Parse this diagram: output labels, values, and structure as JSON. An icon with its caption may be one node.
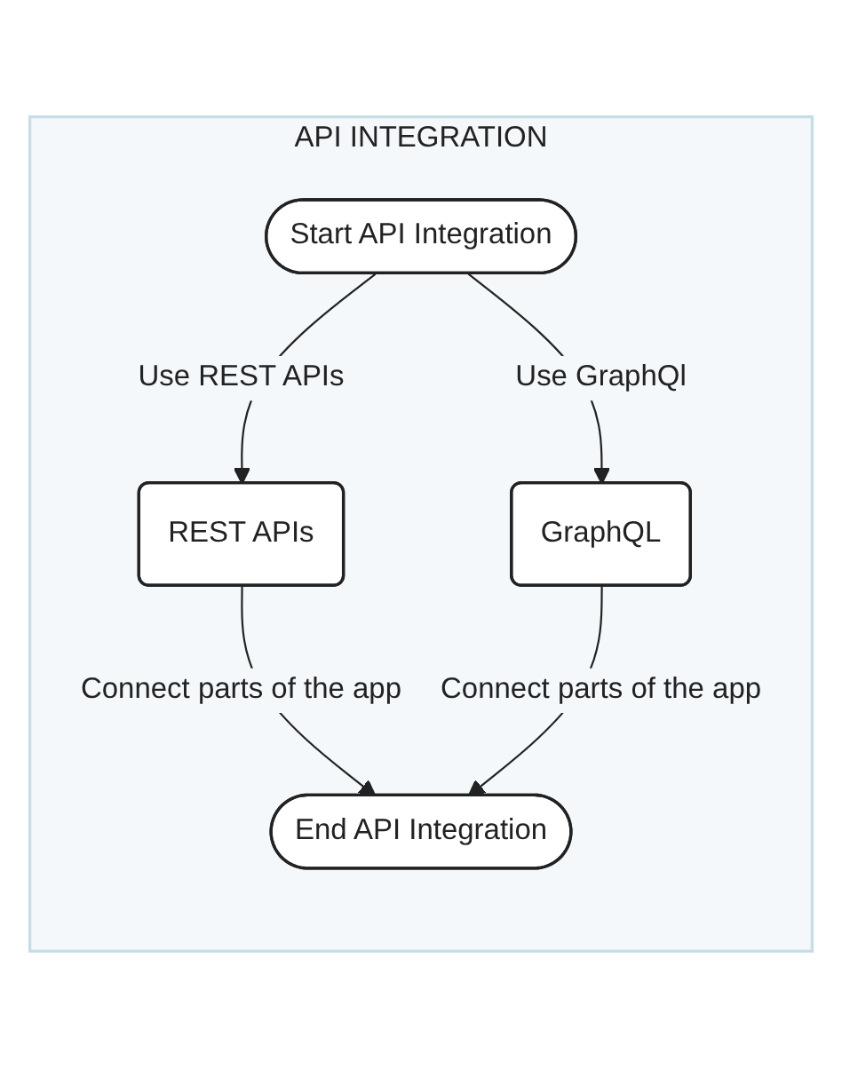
{
  "diagram": {
    "nodes": [
      {
        "text": [
          "API INTEGRATION"
        ]
      },
      {
        "text": [
          "Start API Integration"
        ],
        "in": 0
      },
      {
        "text": [
          "REST APIs"
        ],
        "in": 0
      },
      {
        "text": [
          "GraphQL"
        ],
        "in": 0
      },
      {
        "text": [
          "End API Integration"
        ],
        "in": 0
      }
    ],
    "edges": [
      {
        "from": 1,
        "to": 2,
        "arrow": "to",
        "label": "Use REST APIs"
      },
      {
        "from": 1,
        "to": 3,
        "arrow": "to",
        "label": "Use GraphQl"
      },
      {
        "from": 2,
        "to": 4,
        "arrow": "to",
        "label": "Connect parts of the app"
      },
      {
        "from": 3,
        "to": 4,
        "arrow": "to",
        "label": "Connect parts of the app"
      }
    ]
  }
}
